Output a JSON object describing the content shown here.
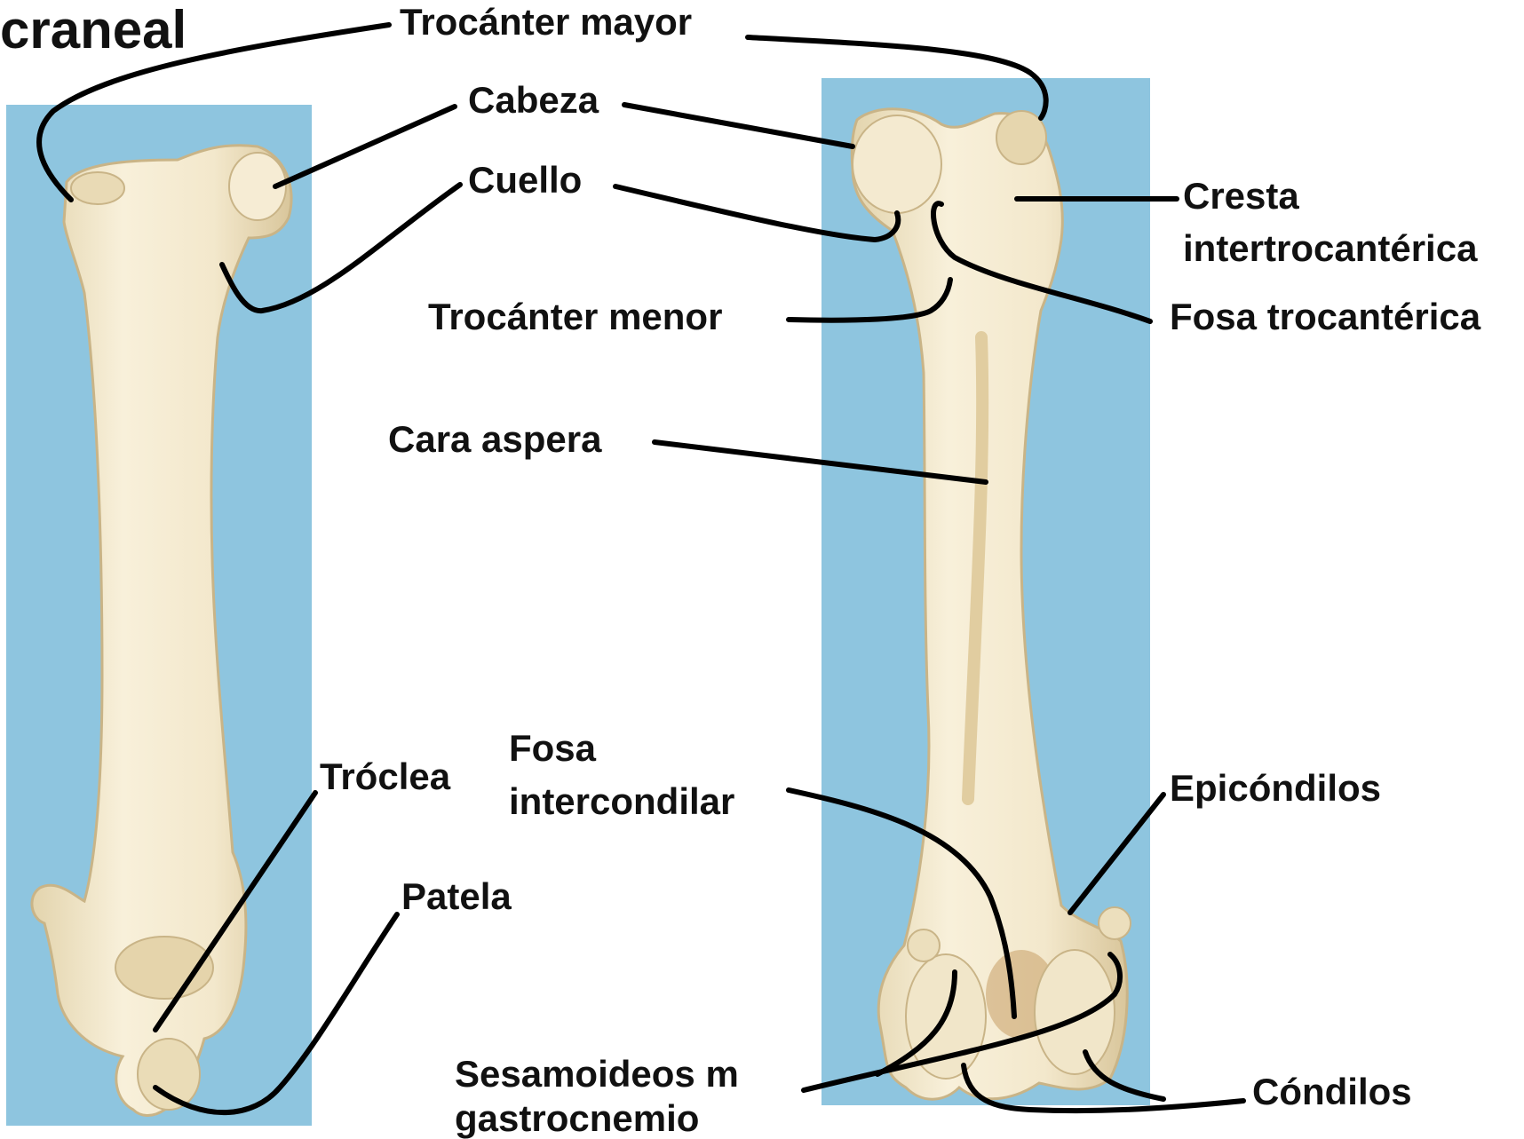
{
  "title": "craneal",
  "colors": {
    "panel_bg": "#8ec5df",
    "bone": "#f2e7c8",
    "bone_shadow": "#d6c49a",
    "leader": "#000000"
  },
  "labels": {
    "trocanter_mayor": "Trocánter mayor",
    "cabeza": "Cabeza",
    "cuello": "Cuello",
    "cresta_line1": "Cresta",
    "cresta_line2": "intertrocantérica",
    "trocanter_menor": "Trocánter menor",
    "fosa_trocanterica": "Fosa trocantérica",
    "cara_aspera": "Cara aspera",
    "troclea": "Tróclea",
    "fosa_intercondilar_line1": "Fosa",
    "fosa_intercondilar_line2": "intercondilar",
    "epicondilos": "Epicóndilos",
    "patela": "Patela",
    "sesamoideos_line1": "Sesamoideos m",
    "sesamoideos_line2": "gastrocnemio",
    "condilos": "Cóndilos"
  }
}
